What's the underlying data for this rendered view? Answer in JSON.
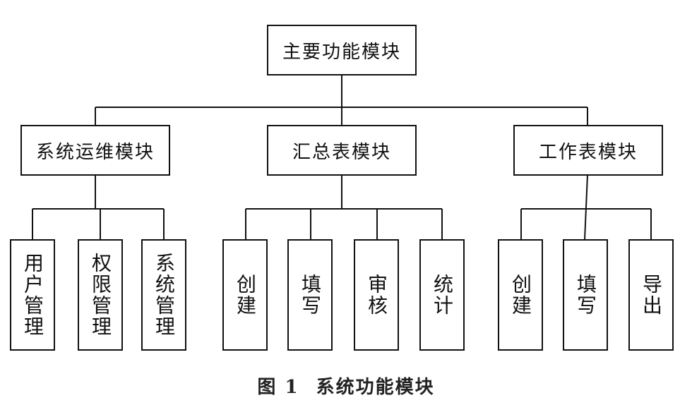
{
  "diagram": {
    "root": "主要功能模块",
    "groups": [
      {
        "label": "系统运维模块",
        "children": [
          "用户管理",
          "权限管理",
          "系统管理"
        ]
      },
      {
        "label": "汇总表模块",
        "children": [
          "创建",
          "填写",
          "审核",
          "统计"
        ]
      },
      {
        "label": "工作表模块",
        "children": [
          "创建",
          "填写",
          "导出"
        ]
      }
    ]
  },
  "caption": {
    "number": "图 1",
    "title": "系统功能模块"
  }
}
